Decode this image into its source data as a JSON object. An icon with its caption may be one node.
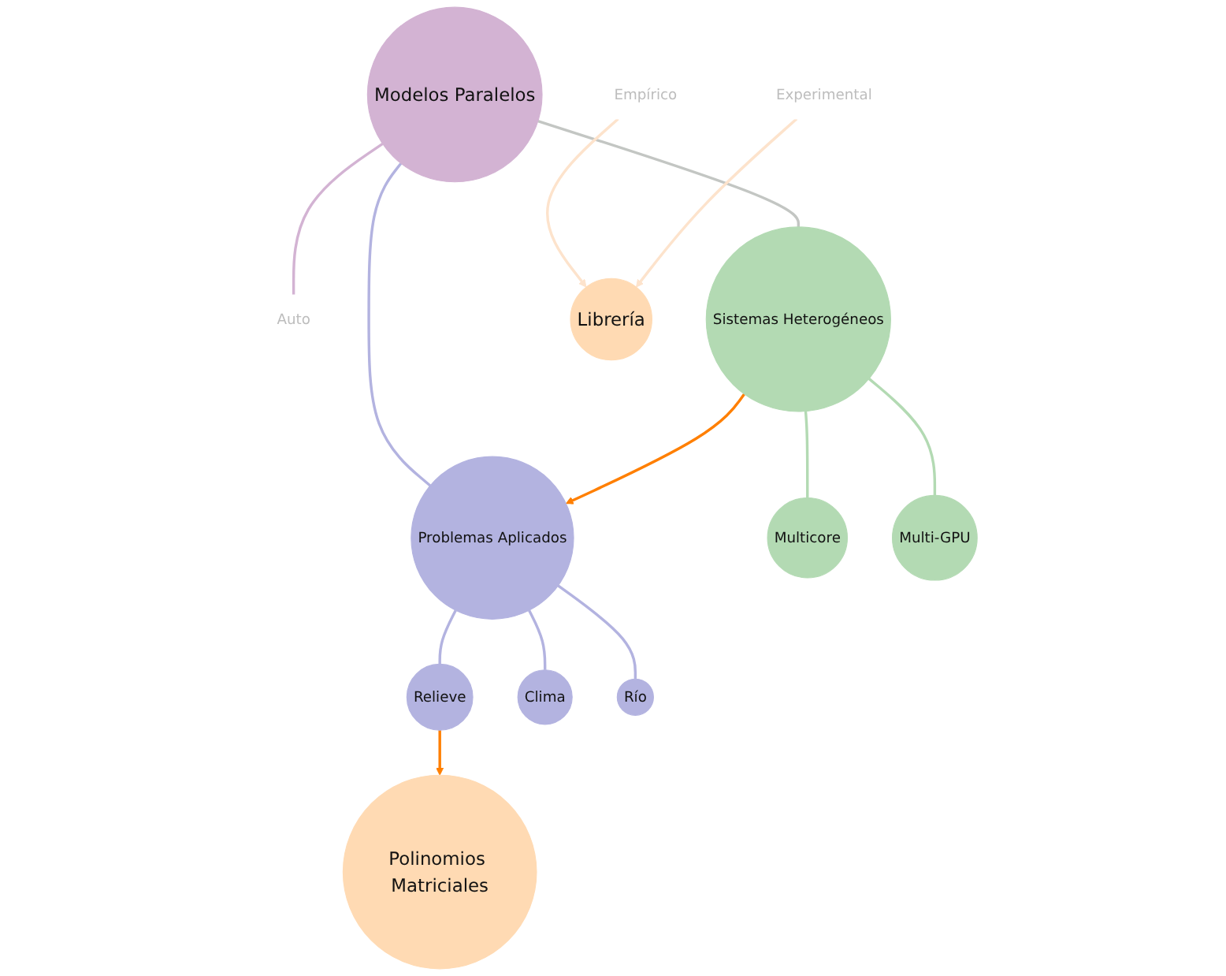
{
  "diagram": {
    "nodes": [
      {
        "text": [
          "Modelos Paralelos"
        ]
      },
      {
        "text": [
          "Auto"
        ]
      },
      {
        "text": [
          "Problemas Aplicados"
        ]
      },
      {
        "text": [
          "Relieve"
        ]
      },
      {
        "text": [
          "Clima"
        ]
      },
      {
        "text": [
          "Río"
        ]
      },
      {
        "text": [
          "Sistemas Heterogéneos"
        ]
      },
      {
        "text": [
          "Multicore"
        ]
      },
      {
        "text": [
          "Multi-GPU"
        ]
      },
      {
        "text": [
          "Polinomios Matriciales"
        ]
      },
      {
        "text": [
          "Librería"
        ]
      },
      {
        "text": [
          "Empírico"
        ]
      },
      {
        "text": [
          "Experimental"
        ]
      }
    ],
    "edges": [
      {
        "from": 0,
        "to": 1,
        "arrow": "none",
        "color": "#d3b3d3"
      },
      {
        "from": 0,
        "to": 2,
        "arrow": "none"
      },
      {
        "from": 2,
        "to": 3,
        "arrow": "none"
      },
      {
        "from": 2,
        "to": 4,
        "arrow": "none"
      },
      {
        "from": 2,
        "to": 5,
        "arrow": "none"
      },
      {
        "from": 0,
        "to": 6,
        "arrow": "none",
        "color": "#c3c6c3"
      },
      {
        "from": 6,
        "to": 7,
        "arrow": "none",
        "color": "#b3dab3"
      },
      {
        "from": 6,
        "to": 8,
        "arrow": "none",
        "color": "#b3dab3"
      },
      {
        "from": 3,
        "to": 9,
        "arrow": "to",
        "color": "#ff7f00"
      },
      {
        "from": 6,
        "to": 2,
        "arrow": "to",
        "color": "#ff7f00"
      },
      {
        "from": 11,
        "to": 10,
        "arrow": "to",
        "color": "#fde3cc"
      },
      {
        "from": 12,
        "to": 10,
        "arrow": "to",
        "color": "#fde3cc"
      }
    ]
  }
}
